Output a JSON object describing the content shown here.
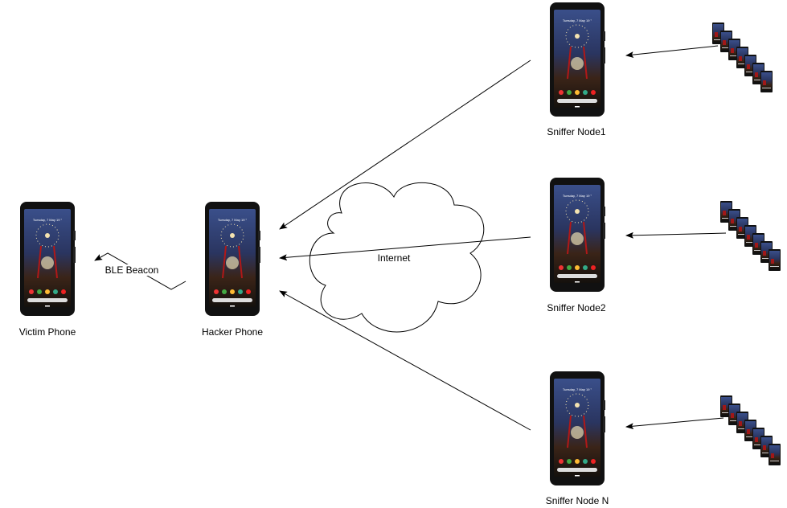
{
  "labels": {
    "victim": "Victim Phone",
    "hacker": "Hacker Phone",
    "sniffer1": "Sniffer Node1",
    "sniffer2": "Sniffer Node2",
    "snifferN": "Sniffer Node N",
    "ble": "BLE Beacon",
    "internet": "Internet"
  },
  "colors": {
    "stroke": "#000000",
    "screen_top": "#2c3f7a",
    "screen_bottom": "#1a1510"
  },
  "device_stack_count": 7
}
